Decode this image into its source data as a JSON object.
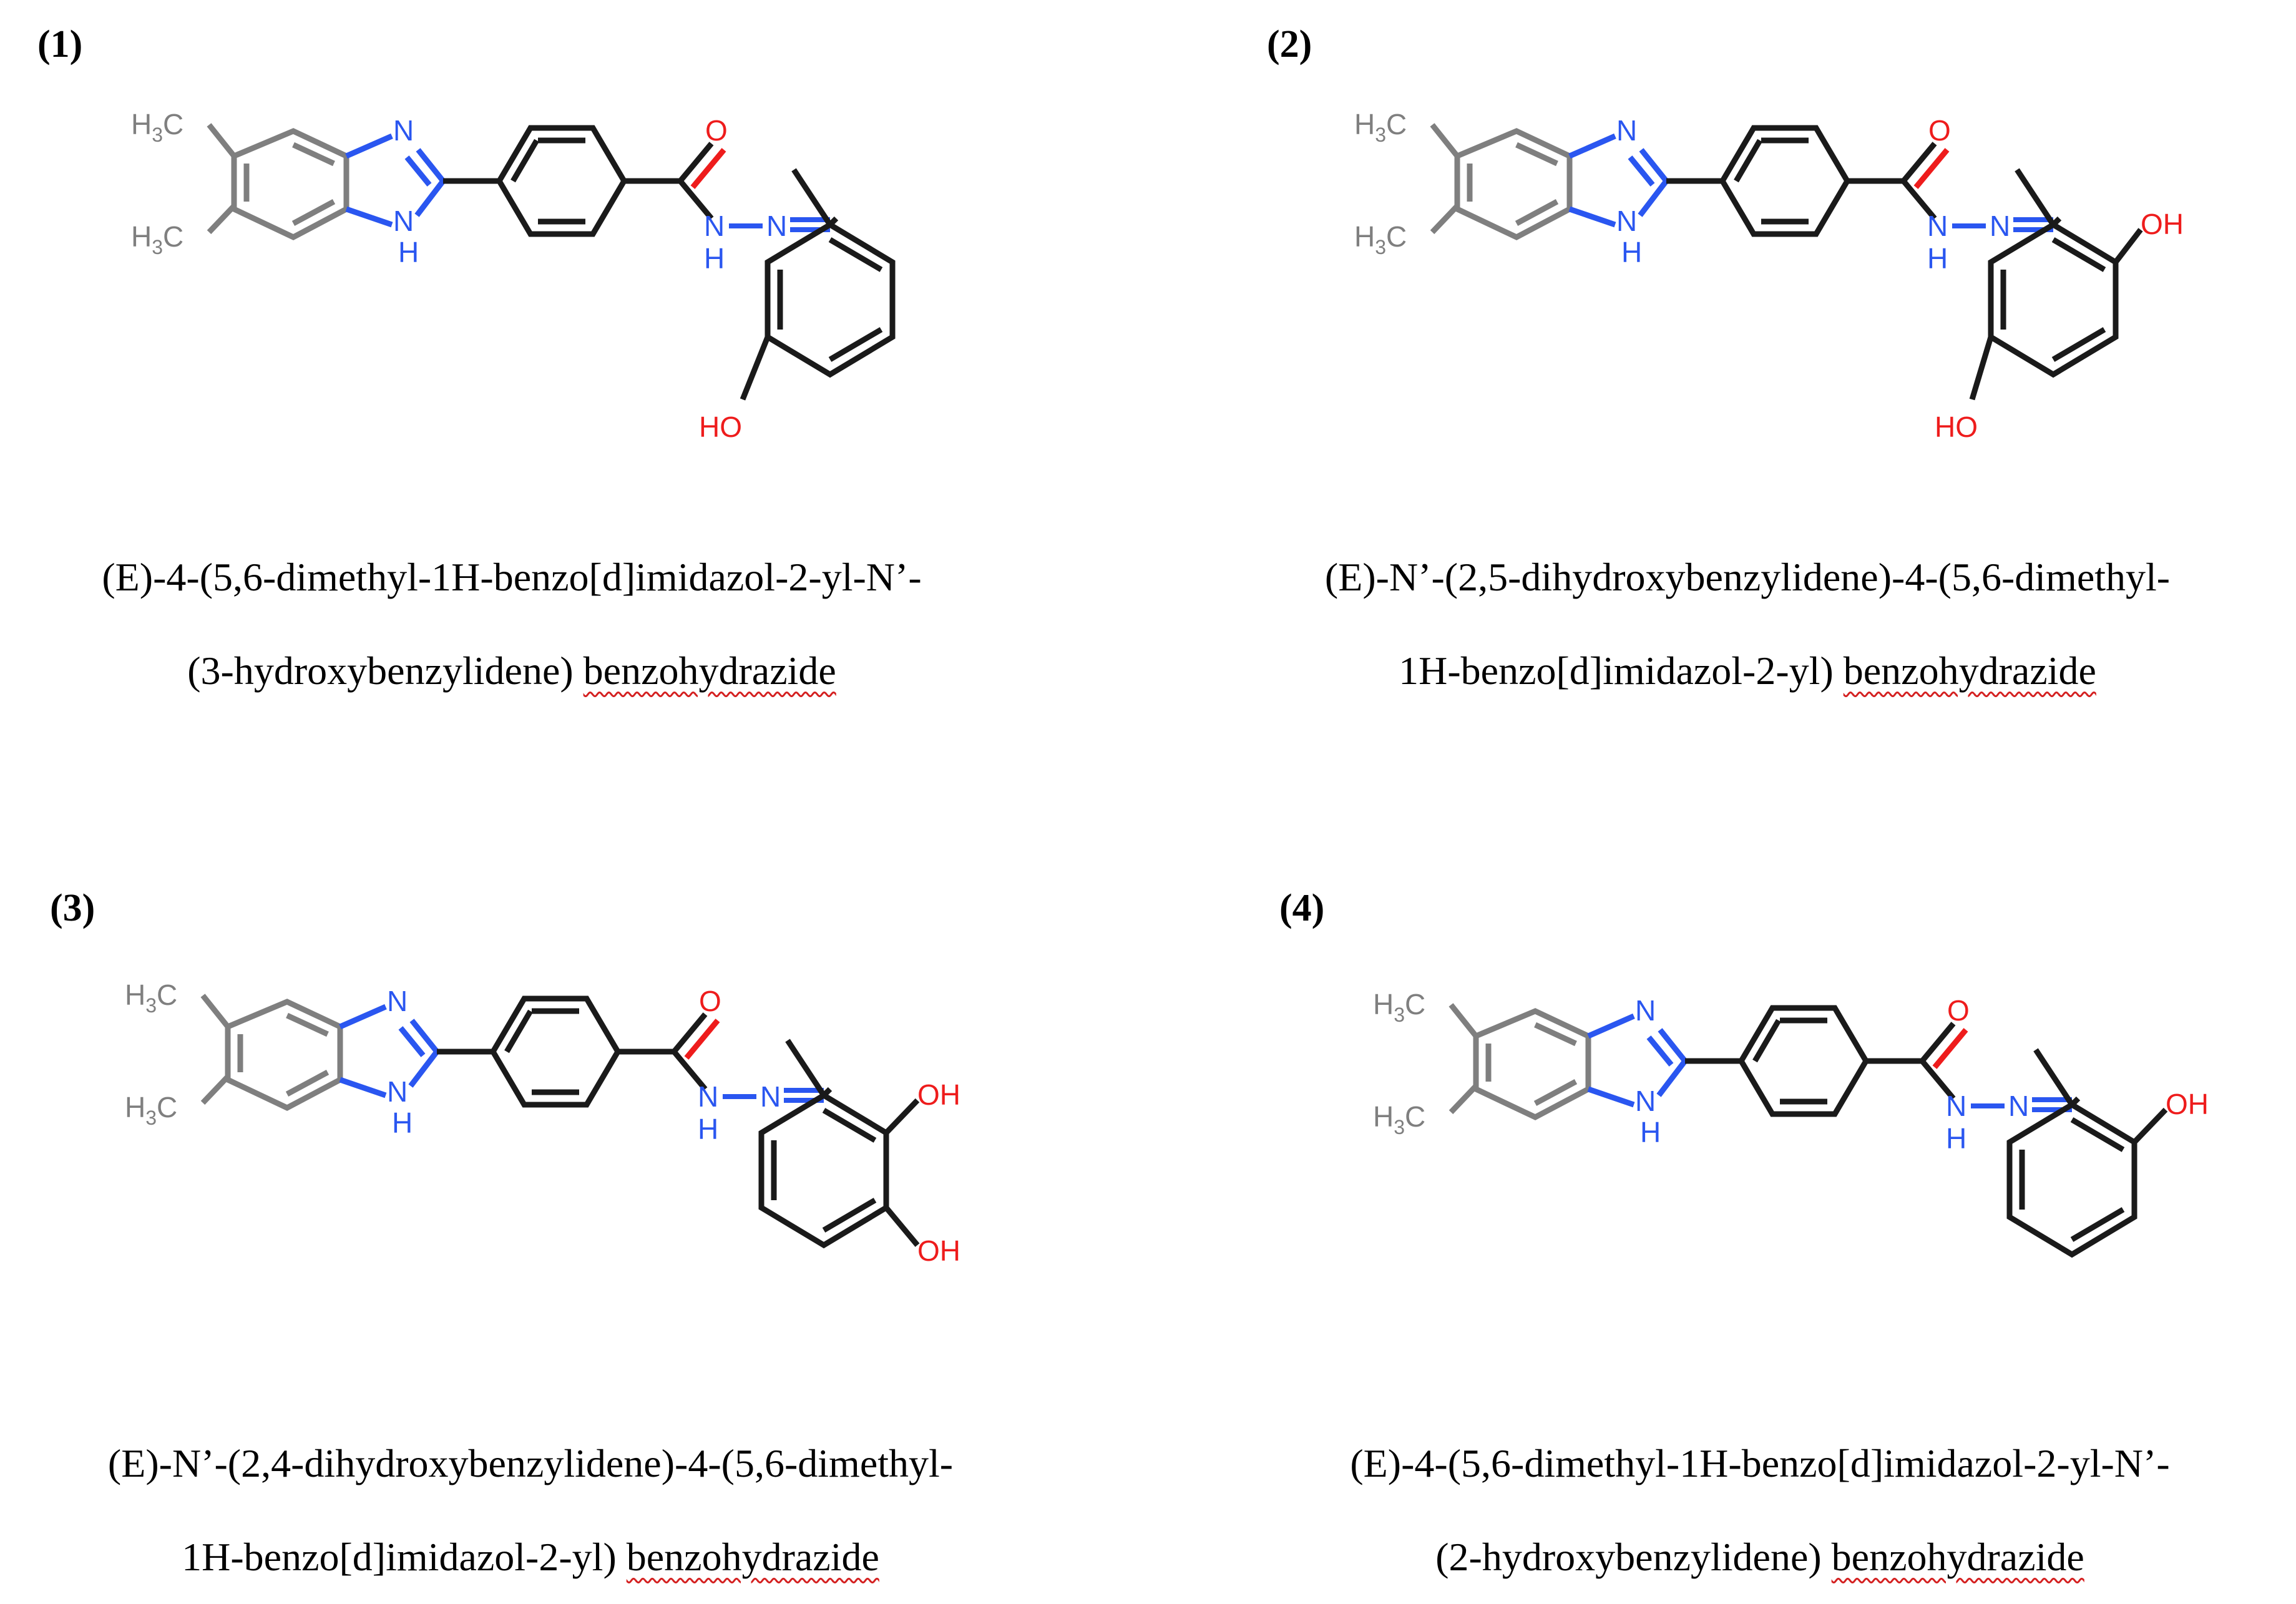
{
  "figure": {
    "colors": {
      "carbon": "#7f7f7f",
      "nitrogen": "#2a56f0",
      "oxygen": "#ee1c1c",
      "bond": "#1a1a1a",
      "spellcheck": "#d42020"
    },
    "labels": {
      "methyl_subscript": "3",
      "methyl_prefix": "H",
      "methyl_suffix": "C",
      "n": "N",
      "nh": "H",
      "o": "O",
      "oh": "OH",
      "ho": "HO"
    },
    "compounds": [
      {
        "number": "(1)",
        "caption_line1": "(E)-4-(5,6-dimethyl-1H-benzo[d]imidazol-2-yl-N’-",
        "caption_line2_plain": "(3-hydroxybenzylidene) ",
        "caption_line2_flagged": "benzohydrazide"
      },
      {
        "number": "(2)",
        "caption_line1": "(E)-N’-(2,5-dihydroxybenzylidene)-4-(5,6-dimethyl-",
        "caption_line2_plain": "1H-benzo[d]imidazol-2-yl) ",
        "caption_line2_flagged": "benzohydrazide"
      },
      {
        "number": "(3)",
        "caption_line1": "(E)-N’-(2,4-dihydroxybenzylidene)-4-(5,6-dimethyl-",
        "caption_line2_plain": "1H-benzo[d]imidazol-2-yl) ",
        "caption_line2_flagged": "benzohydrazide"
      },
      {
        "number": "(4)",
        "caption_line1": "(E)-4-(5,6-dimethyl-1H-benzo[d]imidazol-2-yl-N’-",
        "caption_line2_plain": "(2-hydroxybenzylidene) ",
        "caption_line2_flagged": "benzohydrazide"
      }
    ]
  }
}
